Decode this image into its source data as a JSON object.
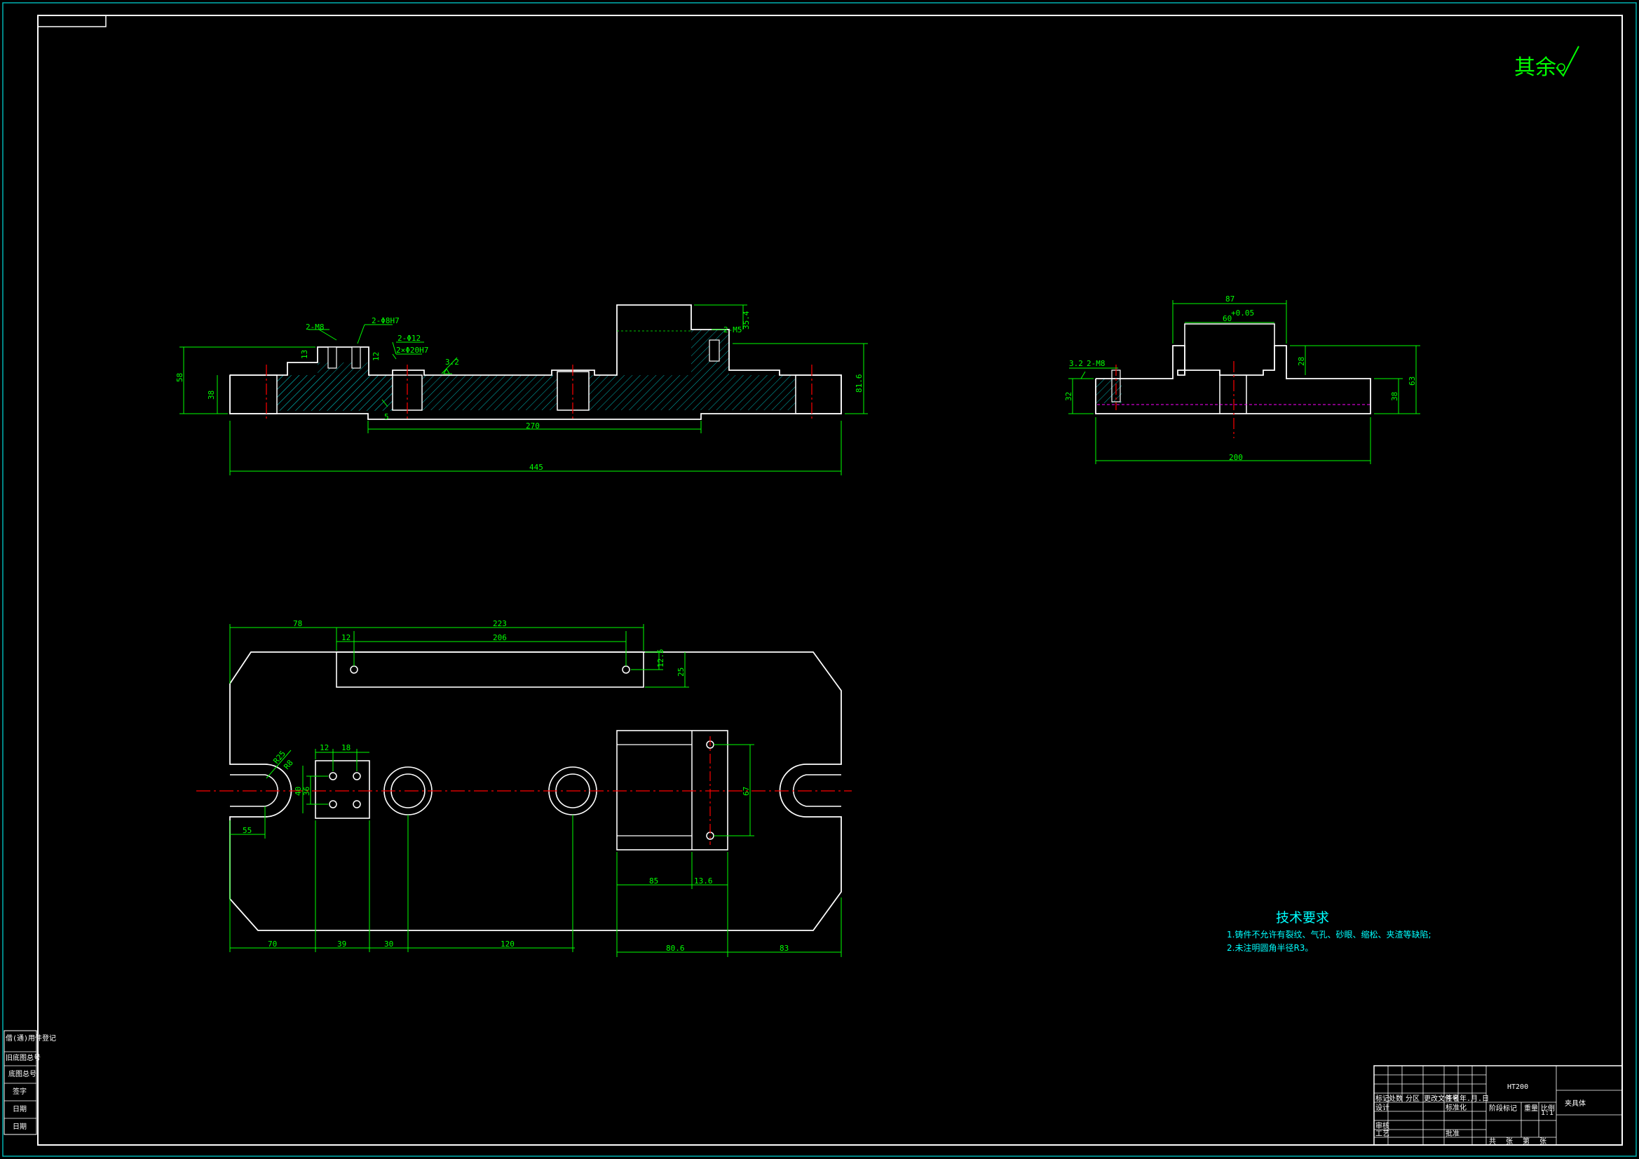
{
  "colors": {
    "background": "#000000",
    "outline": "#ffffff",
    "dimension": "#00ff00",
    "centerline": "#ff0000",
    "hatch": "#00c0c0",
    "note": "#00ffff",
    "frame": "#00b0b0"
  },
  "roughness": {
    "label": "其余",
    "value": "",
    "icon": "roughness-symbol-icon"
  },
  "front_view": {
    "dims": {
      "d_2m8": "2-M8",
      "d_2phi8h7": "2-Φ8H7",
      "d_2phi12": "2-Φ12",
      "d_2x12": "2×Φ20H7",
      "d_13": "13",
      "d_12": "12",
      "d_3_2": "3.2",
      "d_2m5": "2-M5",
      "d_35_4": "35.4",
      "d_58": "58",
      "d_38": "38",
      "d_81_6": "81.6",
      "d_270": "270",
      "d_445": "445",
      "d_5": "5"
    }
  },
  "side_view": {
    "dims": {
      "d_87": "87",
      "d_60": "60",
      "d_60_tol": "+0.05",
      "d_3_2": "3.2",
      "d_2m8": "2-M8",
      "d_28": "28",
      "d_38": "38",
      "d_32": "32",
      "d_63": "63",
      "d_200": "200"
    }
  },
  "top_view": {
    "dims": {
      "d_78": "78",
      "d_223": "223",
      "d_12": "12",
      "d_206": "206",
      "d_12_5": "12.5",
      "d_25": "25",
      "d_r25": "R25",
      "d_r8": "R8",
      "d_12b": "12",
      "d_18": "18",
      "d_36": "36",
      "d_40": "40",
      "d_67": "67",
      "d_55": "55",
      "d_85": "85",
      "d_13_6": "13.6",
      "d_70": "70",
      "d_39": "39",
      "d_30": "30",
      "d_120": "120",
      "d_80_6": "80.6",
      "d_83": "83"
    }
  },
  "tech_requirements": {
    "title": "技术要求",
    "lines": [
      "1.铸件不允许有裂纹、气孔、砂眼、缩松、夹渣等缺陷;",
      "2.未注明圆角半径R3。"
    ]
  },
  "title_block": {
    "material": "HT200",
    "part_name": "夹具体",
    "scale": "1:1",
    "row_labels": [
      "标记",
      "处数",
      "分区",
      "更改文件号",
      "签名",
      "年.月.日"
    ],
    "design_label": "设计",
    "std_label": "标准化",
    "review_label": "审核",
    "craft_label": "工艺",
    "approve_label": "批准",
    "stage_label": "阶段标记",
    "weight_label": "重量",
    "scale_label": "比例",
    "sheet_labels": [
      "共",
      "张",
      "第",
      "张"
    ]
  },
  "side_strip": {
    "items": [
      "借(通)用件登记",
      "旧底图总号",
      "底图总号",
      "签字",
      "日期",
      "日期"
    ]
  }
}
